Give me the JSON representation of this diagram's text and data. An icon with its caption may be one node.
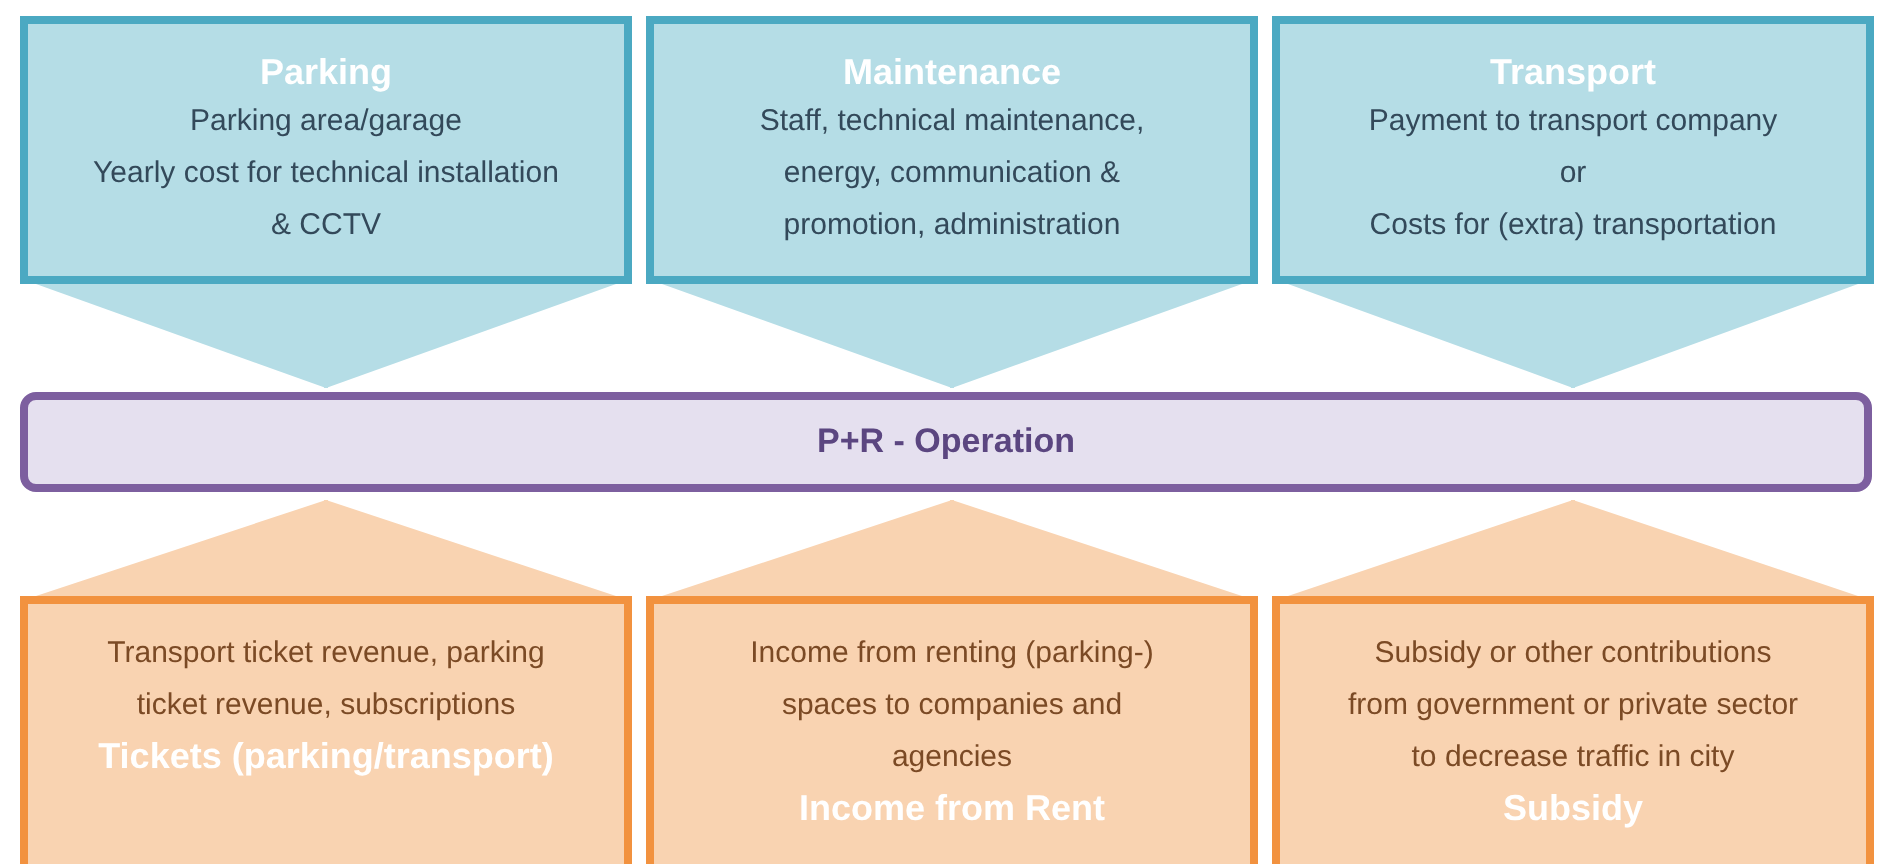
{
  "diagram": {
    "nodes": [
      {
        "text": [
          "Parking",
          "Parking area/garage",
          "Yearly cost for technical installation & CCTV"
        ]
      },
      {
        "text": [
          "Maintenance",
          "Staff, technical maintenance, energy, communication & promotion, administration"
        ]
      },
      {
        "text": [
          "Transport",
          "Payment to transport company",
          "or",
          "Costs for (extra) transportation"
        ]
      },
      {
        "text": [
          "P+R - Operation"
        ]
      },
      {
        "text": [
          "Transport ticket revenue, parking ticket revenue, subscriptions",
          "Tickets (parking/transport)"
        ]
      },
      {
        "text": [
          "Income from renting (parking-) spaces to companies and agencies",
          "Income from Rent"
        ]
      },
      {
        "text": [
          "Subsidy or other contributions from government or private sector to decrease traffic in city",
          "Subsidy"
        ]
      }
    ],
    "edges": [
      {
        "from": 0,
        "to": 3,
        "arrow": "to"
      },
      {
        "from": 1,
        "to": 3,
        "arrow": "to"
      },
      {
        "from": 2,
        "to": 3,
        "arrow": "to"
      },
      {
        "from": 4,
        "to": 3,
        "arrow": "to"
      },
      {
        "from": 5,
        "to": 3,
        "arrow": "to"
      },
      {
        "from": 6,
        "to": 3,
        "arrow": "to"
      }
    ]
  }
}
